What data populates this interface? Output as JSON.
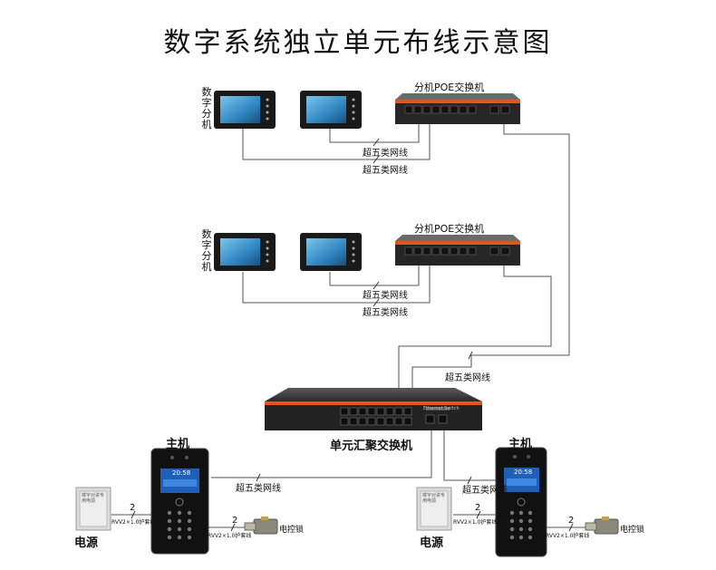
{
  "title": "数字系统独立单元布线示意图",
  "floor1": {
    "indoor_label_chars": [
      "数",
      "字",
      "分",
      "机"
    ],
    "switch_label": "分机POE交换机",
    "cable_upper": "超五类网线",
    "cable_lower": "超五类网线"
  },
  "floor2": {
    "indoor_label_chars": [
      "数",
      "字",
      "分",
      "机"
    ],
    "switch_label": "分机POE交换机",
    "cable_upper": "超五类网线",
    "cable_lower": "超五类网线"
  },
  "uplink_cable": "超五类网线",
  "core_switch": {
    "label": "单元汇聚交换机",
    "panel_label": "Ethernet Switch"
  },
  "left_unit": {
    "station_label": "主机",
    "station_time": "20:58",
    "cable_label": "超五类网线",
    "power_label": "电源",
    "power_box_text": "楼宇对讲专用电源",
    "power_wire_count": "2",
    "power_wire_spec": "RVV2×1.0护套线",
    "lock_wire_count": "2",
    "lock_wire_spec": "RVV2×1.0护套线",
    "lock_label": "电控锁"
  },
  "right_unit": {
    "station_label": "主机",
    "station_time": "20:58",
    "cable_label": "超五类网线",
    "power_label": "电源",
    "power_box_text": "楼宇对讲专用电源",
    "power_wire_count": "2",
    "power_wire_spec": "RVV2×1.0护套线",
    "lock_wire_count": "2",
    "lock_wire_spec": "RVV2×1.0护套线",
    "lock_label": "电控锁"
  },
  "colors": {
    "switch_body": "#2b2b2b",
    "switch_stripe": "#e0561b",
    "monitor_screen": "#3a9fd0",
    "station_screen": "#1f5fb8",
    "wire": "#444444"
  }
}
